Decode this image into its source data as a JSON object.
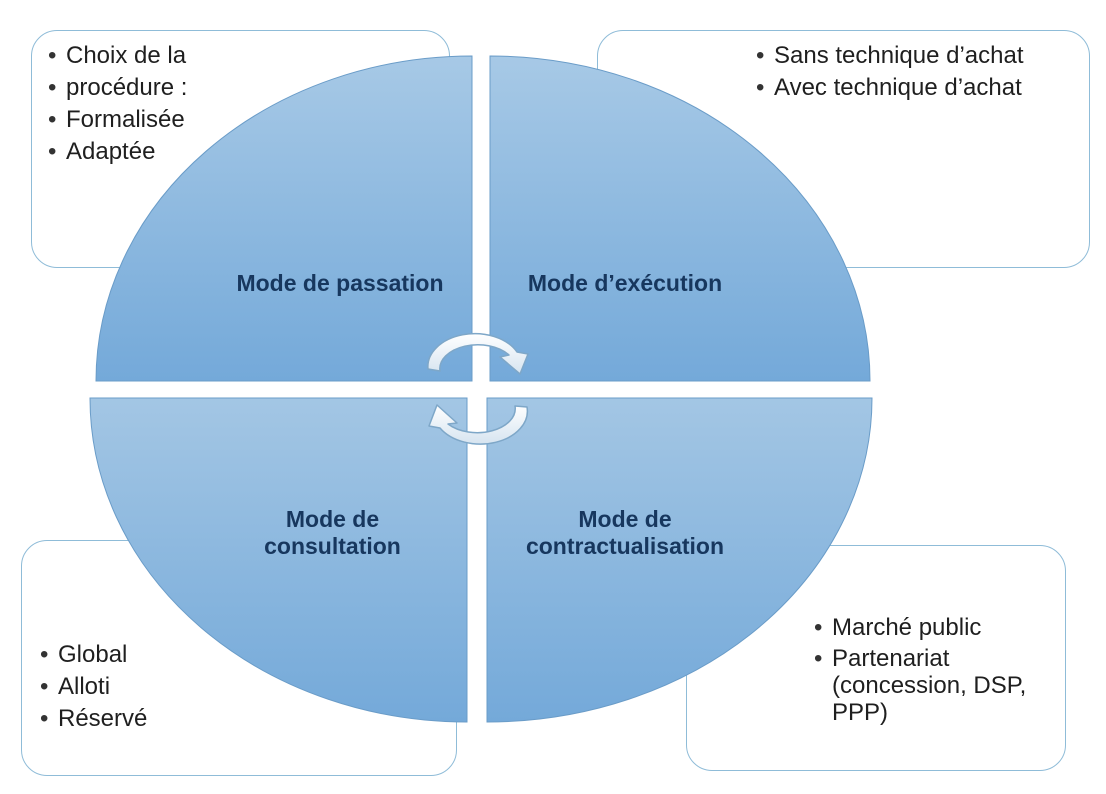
{
  "quadrants": {
    "top_left": {
      "title": "Mode de passation",
      "items": [
        "Choix de la",
        "procédure :",
        "Formalisée",
        "Adaptée"
      ]
    },
    "top_right": {
      "title": "Mode d’exécution",
      "items": [
        "Sans technique d’achat",
        "Avec technique d’achat"
      ]
    },
    "bottom_left": {
      "title_line1": "Mode de",
      "title_line2": "consultation",
      "items": [
        "Global",
        "Alloti",
        "Réservé"
      ]
    },
    "bottom_right": {
      "title_line1": "Mode de",
      "title_line2": "contractualisation",
      "items": [
        "Marché public",
        " Partenariat (concession, DSP, PPP)"
      ]
    }
  },
  "colors": {
    "quadrant_top": "#a7c9e6",
    "quadrant_bottom": "#74a9d9",
    "box_border": "#8fbcd8",
    "title_text": "#17375e"
  },
  "icons": [
    "cycle-arrow-top-icon",
    "cycle-arrow-bottom-icon"
  ]
}
